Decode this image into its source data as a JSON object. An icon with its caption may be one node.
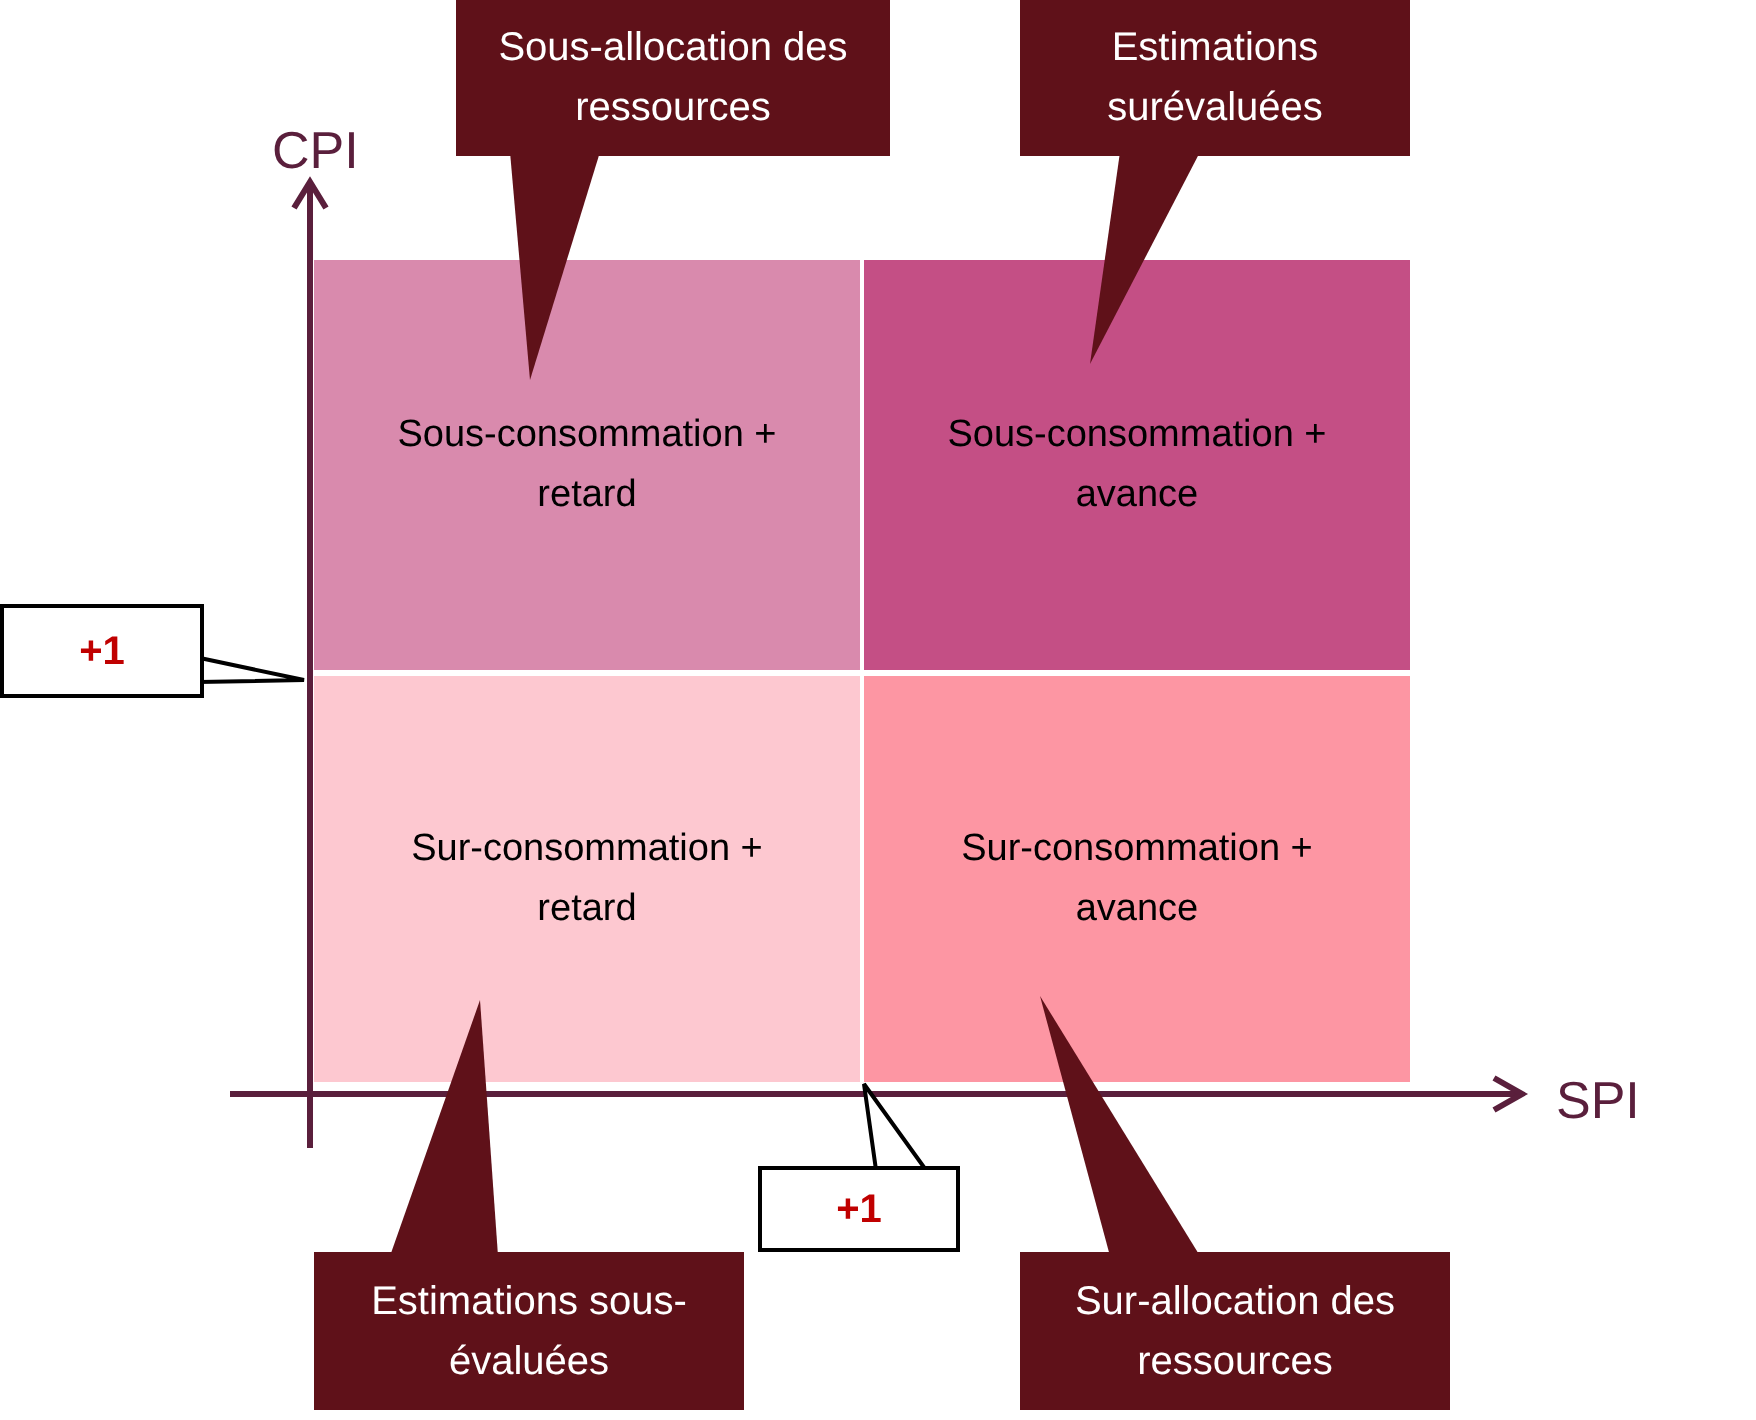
{
  "diagram": {
    "nodes": [
      {
        "text": [
          "Sous-allocation des ressources"
        ]
      },
      {
        "text": [
          "Estimations surévaluées"
        ]
      },
      {
        "text": [
          "Sous-consommation + retard"
        ]
      },
      {
        "text": [
          "Sous-consommation + avance"
        ]
      },
      {
        "text": [
          "+1"
        ]
      },
      {
        "text": [
          "Sur-consommation + retard"
        ]
      },
      {
        "text": [
          "Sur-consommation + avance"
        ]
      },
      {
        "text": [
          "+1"
        ]
      },
      {
        "text": [
          "Estimations sous-évaluées"
        ]
      },
      {
        "text": [
          "Sur-allocation des ressources"
        ]
      }
    ],
    "edges": [
      {
        "from": 0,
        "to": 2,
        "arrow": "to"
      },
      {
        "from": 1,
        "to": 3,
        "arrow": "to"
      },
      {
        "from": 4,
        "to": null,
        "arrow": "to"
      },
      {
        "from": 8,
        "to": 5,
        "arrow": "to"
      },
      {
        "from": 9,
        "to": 6,
        "arrow": "to"
      },
      {
        "from": 7,
        "to": null,
        "arrow": "to"
      }
    ],
    "labels": [
      "CPI",
      "SPI"
    ]
  }
}
